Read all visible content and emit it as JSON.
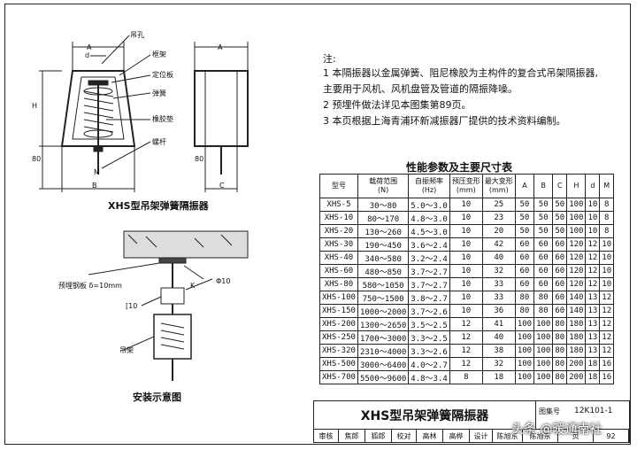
{
  "notes": {
    "title": "注:",
    "items": [
      "1 本隔振器以金属弹簧、阻尼橡胶为主构件的复合式吊架隔振器,",
      "  主要用于风机、风机盘管及管道的隔振降噪。",
      "2 预埋件做法详见本图集第89页。",
      "3 本页根据上海青浦环新减振器厂提供的技术资料编制。"
    ]
  },
  "table": {
    "title": "性能参数及主要尺寸表",
    "headers": [
      "型号",
      "载荷范围\n(N)",
      "自振频率\n(Hz)",
      "预压变形\n(mm)",
      "最大变形\n(mm)",
      "A",
      "B",
      "C",
      "H",
      "d",
      "M"
    ],
    "rows": [
      [
        "XHS-5",
        "30～80",
        "5.0～3.0",
        "10",
        "25",
        "50",
        "50",
        "50",
        "100",
        "10",
        "8"
      ],
      [
        "XHS-10",
        "80～170",
        "4.8～3.0",
        "10",
        "23",
        "50",
        "50",
        "50",
        "100",
        "10",
        "8"
      ],
      [
        "XHS-20",
        "130～260",
        "4.5～3.0",
        "10",
        "20",
        "50",
        "50",
        "50",
        "100",
        "10",
        "8"
      ],
      [
        "XHS-30",
        "190～450",
        "3.6～2.4",
        "10",
        "42",
        "60",
        "60",
        "60",
        "120",
        "12",
        "10"
      ],
      [
        "XHS-40",
        "340～580",
        "3.2～2.4",
        "10",
        "40",
        "60",
        "60",
        "60",
        "120",
        "12",
        "10"
      ],
      [
        "XHS-60",
        "480～850",
        "3.7～2.7",
        "10",
        "32",
        "60",
        "60",
        "60",
        "120",
        "12",
        "10"
      ],
      [
        "XHS-80",
        "580～1050",
        "3.7～2.7",
        "10",
        "33",
        "60",
        "60",
        "60",
        "120",
        "12",
        "10"
      ],
      [
        "XHS-100",
        "750～1500",
        "3.8～2.7",
        "10",
        "33",
        "80",
        "80",
        "60",
        "140",
        "13",
        "12"
      ],
      [
        "XHS-150",
        "1000～2000",
        "3.7～2.6",
        "10",
        "36",
        "80",
        "80",
        "60",
        "140",
        "13",
        "12"
      ],
      [
        "XHS-200",
        "1300～2650",
        "3.5～2.5",
        "12",
        "41",
        "100",
        "100",
        "80",
        "180",
        "13",
        "12"
      ],
      [
        "XHS-250",
        "1700～3000",
        "3.3～2.5",
        "12",
        "40",
        "100",
        "100",
        "80",
        "180",
        "13",
        "12"
      ],
      [
        "XHS-320",
        "2310～4000",
        "3.3～2.6",
        "12",
        "38",
        "100",
        "100",
        "80",
        "180",
        "13",
        "12"
      ],
      [
        "XHS-500",
        "3000～6400",
        "4.0～2.7",
        "12",
        "32",
        "100",
        "100",
        "80",
        "200",
        "18",
        "16"
      ],
      [
        "XHS-700",
        "5500～9600",
        "4.8～3.4",
        "8",
        "18",
        "100",
        "100",
        "80",
        "200",
        "18",
        "16"
      ]
    ]
  },
  "drawing1": {
    "caption": "XHS型吊架弹簧隔振器",
    "labels": {
      "hang_hole": "吊孔",
      "frame": "框架",
      "locating_plate": "定位板",
      "spring": "弹簧",
      "rubber_pad": "橡胶垫",
      "screw_rod": "螺杆",
      "dim_a": "A",
      "dim_b": "B",
      "dim_c": "C",
      "dim_d": "d",
      "dim_h": "H",
      "dim_m": "M",
      "dim_80": "80",
      "dim_80b": "80"
    }
  },
  "drawing2": {
    "caption": "安装示意图",
    "labels": {
      "embedded_plate": "预埋钢板 δ=10mm",
      "weld": "K",
      "round_bar": "Φ10",
      "channel": "[10",
      "hanger": "吊架"
    }
  },
  "title_block": {
    "title": "XHS型吊架弹簧隔振器",
    "atlas_label": "图集号",
    "atlas_no": "12K101-1",
    "row": [
      "审核",
      "焦郎",
      "狐郎",
      "校对",
      "高林",
      "高桦",
      "设计",
      "陈旭东",
      "陈旭东",
      "页",
      "92"
    ]
  },
  "watermark": "头条 @暖通南社"
}
